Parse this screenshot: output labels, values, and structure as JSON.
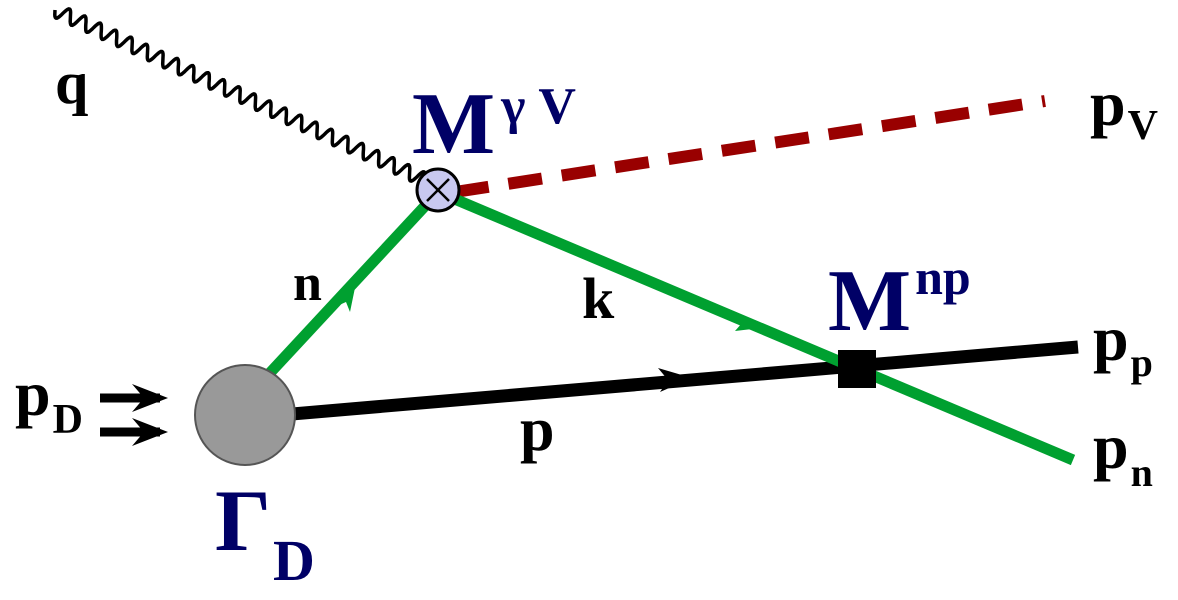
{
  "diagram": {
    "labels": {
      "photon": "q",
      "vertex_gv_main": "M",
      "vertex_gv_sup": "γ V",
      "vector_meson_main": "p",
      "vector_meson_sub": "V",
      "neutron_line": "n",
      "spectator_line": "p",
      "rescattered_line": "k",
      "vertex_np_main": "M",
      "vertex_np_sup": "np",
      "proton_out_main": "p",
      "proton_out_sub": "p",
      "neutron_out_main": "p",
      "neutron_out_sub": "n",
      "deuteron_main": "p",
      "deuteron_sub": "D",
      "vertex_d_main": "Γ",
      "vertex_d_sub": "D"
    },
    "colors": {
      "nucleon_line": "#00a030",
      "meson_line": "#990000",
      "black_line": "#000000",
      "label_dark": "#000066",
      "deuteron_blob": "#999999",
      "vertex_fill": "#c8c8f0"
    }
  }
}
